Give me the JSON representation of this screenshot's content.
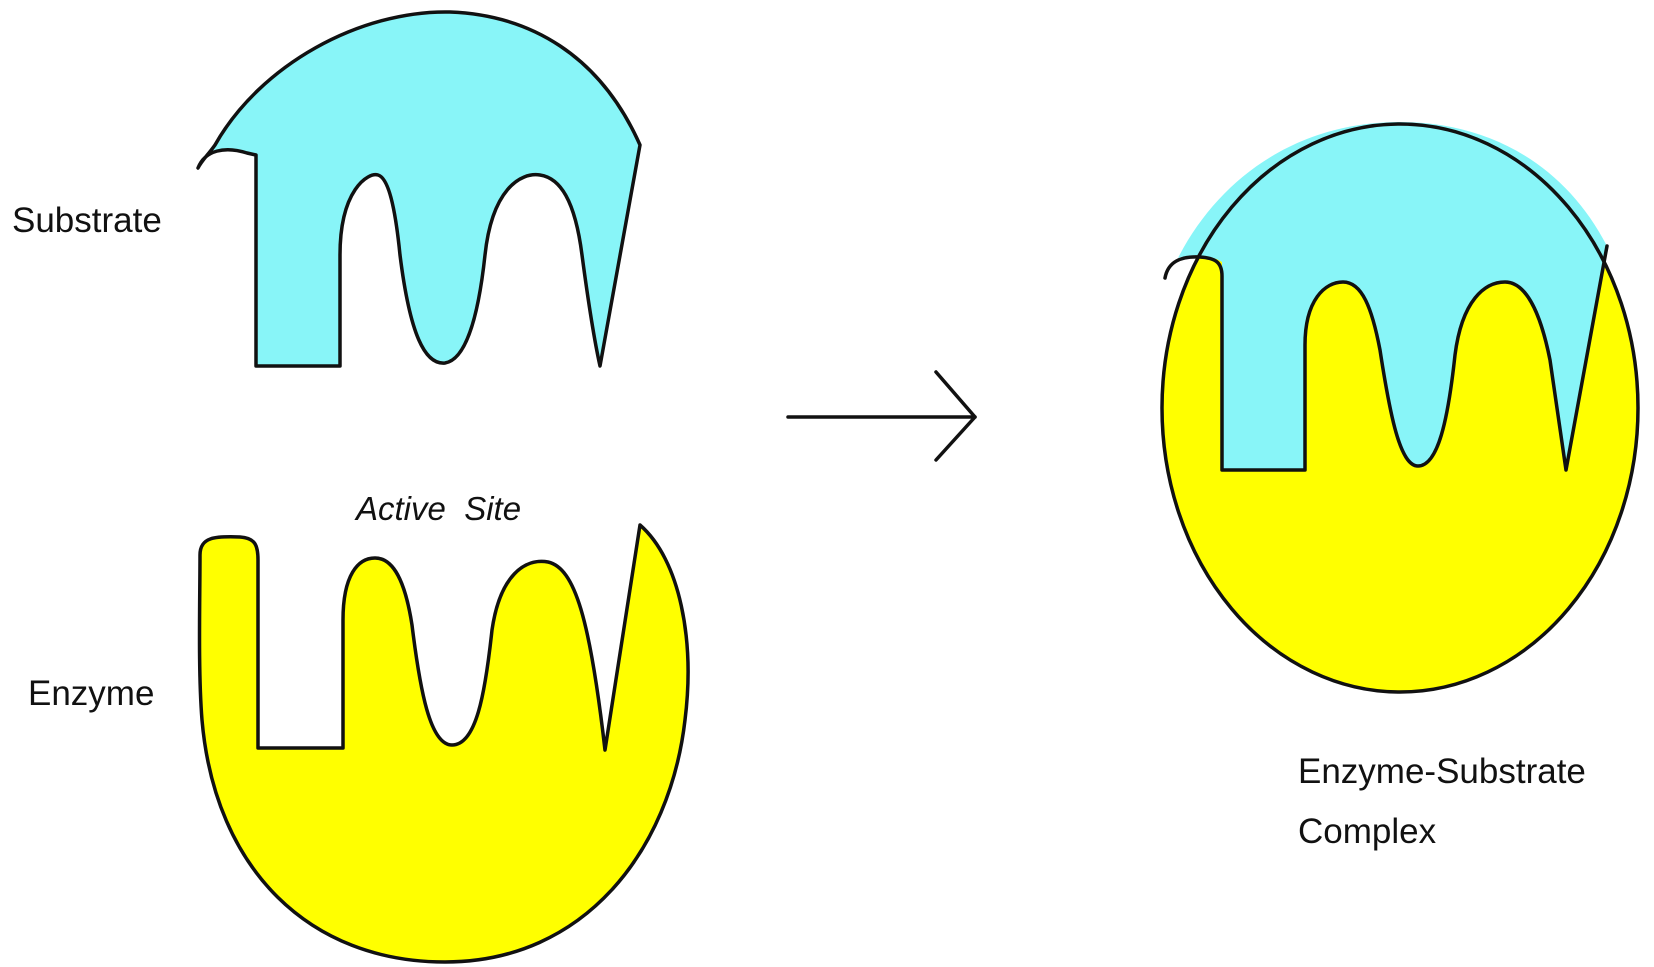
{
  "labels": {
    "substrate": "Substrate",
    "active_site": "Active  Site",
    "enzyme": "Enzyme",
    "complex_line1": "Enzyme-Substrate",
    "complex_line2": "Complex"
  },
  "colors": {
    "substrate_fill": "#88f5f8",
    "enzyme_fill": "#ffff00",
    "outline": "#111111",
    "background": "#ffffff"
  }
}
